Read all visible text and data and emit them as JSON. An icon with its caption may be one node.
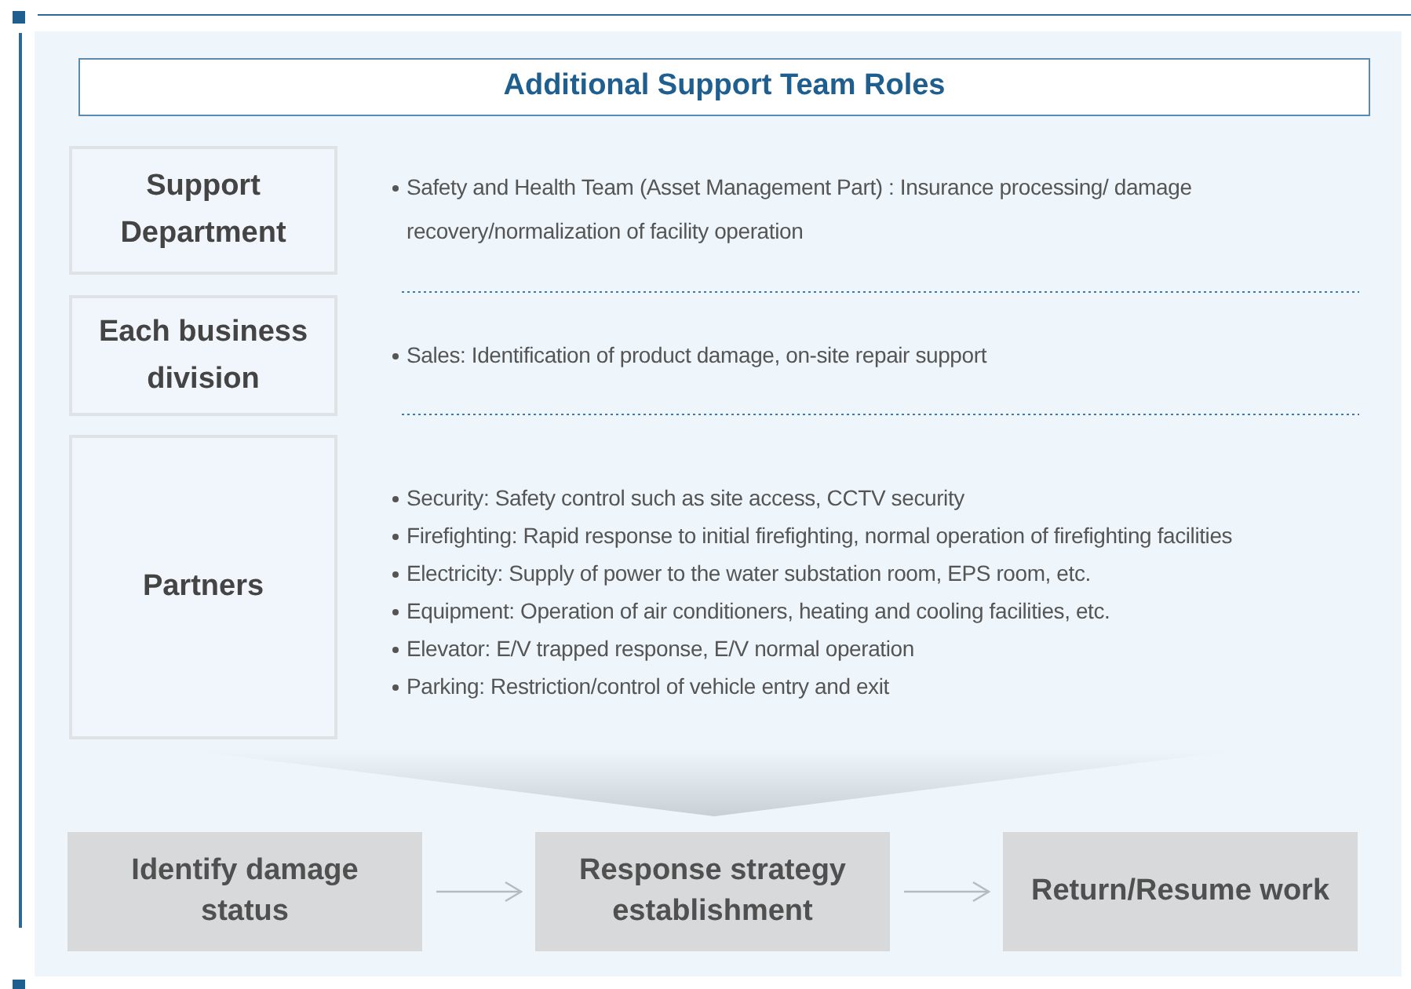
{
  "diagram": {
    "nodes": [
      {
        "text": [
          "Additional Support Team Roles"
        ]
      },
      {
        "text": [
          "Support Department"
        ],
        "beside": [
          "Safety and Health Team (Asset Management Part) : Insurance processing/ damage recovery/normalization of facility operation"
        ]
      },
      {
        "text": [
          "Each business division"
        ],
        "beside": [
          "Sales: Identification of product damage, on-site repair support"
        ]
      },
      {
        "text": [
          "Partners"
        ],
        "beside": [
          "Security: Safety control such as site access, CCTV security",
          "Firefighting: Rapid response to initial firefighting, normal operation of firefighting facilities",
          "Electricity: Supply of power to the water substation room, EPS room, etc.",
          "Equipment: Operation of air conditioners, heating and cooling facilities, etc.",
          "Elevator: E/V trapped response, E/V normal operation",
          "Parking: Restriction/control of vehicle entry and exit"
        ]
      },
      {
        "text": [],
        "shape": "triangle"
      },
      {
        "text": [
          "Identify damage status"
        ]
      },
      {
        "text": [
          "Response strategy establishment"
        ]
      },
      {
        "text": [
          "Return/Resume work"
        ]
      }
    ],
    "edges": [
      {
        "from": 5,
        "to": 6,
        "arrow": "to"
      },
      {
        "from": 6,
        "to": 7,
        "arrow": "to"
      }
    ]
  }
}
